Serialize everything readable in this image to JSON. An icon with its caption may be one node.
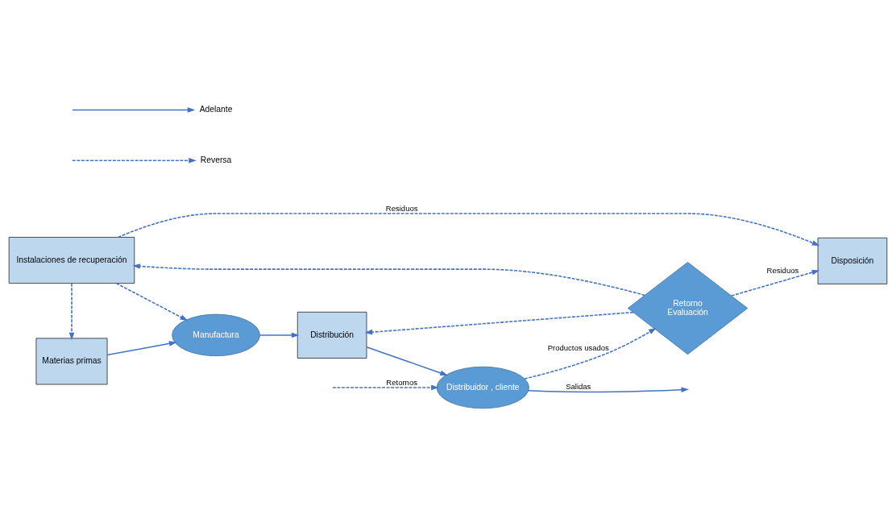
{
  "diagram": {
    "nodes": [
      {
        "text": [
          "Materias primas"
        ]
      },
      {
        "text": [
          "Manufactura"
        ]
      },
      {
        "text": [
          "Distribución"
        ]
      },
      {
        "text": [
          "Distribuidor , cliente"
        ]
      },
      {
        "text": [
          "Instalaciones de recuperación"
        ]
      },
      {
        "text": [
          "Retorno",
          "Evaluación"
        ]
      },
      {
        "text": [
          "Disposición"
        ]
      }
    ],
    "edges": [
      {
        "from": 0,
        "to": 1,
        "arrow": "to"
      },
      {
        "from": 1,
        "to": 2,
        "arrow": "to"
      },
      {
        "from": 2,
        "to": 3,
        "arrow": "to"
      },
      {
        "from": 3,
        "to": null,
        "arrow": "to",
        "label": "Salidas"
      },
      {
        "from": null,
        "to": 3,
        "arrow": "to",
        "label": "Retornos",
        "style": "dashed"
      },
      {
        "from": 3,
        "to": 5,
        "arrow": "to",
        "label": "Productos usados",
        "style": "dashed"
      },
      {
        "from": 5,
        "to": 2,
        "arrow": "to",
        "style": "dashed"
      },
      {
        "from": 5,
        "to": 4,
        "arrow": "to",
        "style": "dashed"
      },
      {
        "from": 4,
        "to": 0,
        "arrow": "to",
        "style": "dashed"
      },
      {
        "from": 4,
        "to": 1,
        "arrow": "to",
        "style": "dashed"
      },
      {
        "from": 5,
        "to": 6,
        "arrow": "to",
        "label": "Residuos",
        "style": "dashed"
      },
      {
        "from": 4,
        "to": 6,
        "arrow": "to",
        "label": "Residuos",
        "style": "dashed"
      }
    ],
    "legend": [
      {
        "text": "Adelante"
      },
      {
        "text": "Reversa"
      }
    ]
  }
}
